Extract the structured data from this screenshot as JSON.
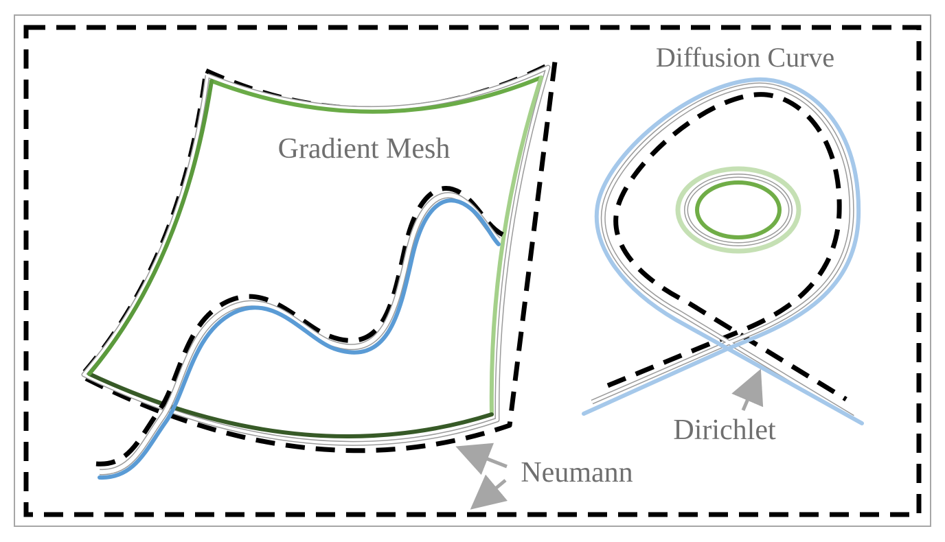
{
  "labels": {
    "gradient_mesh": "Gradient Mesh",
    "diffusion_curve": "Diffusion Curve",
    "dirichlet": "Dirichlet",
    "neumann": "Neumann"
  },
  "colors": {
    "mesh_green": "#6aab47",
    "mesh_light_green": "#a4d08a",
    "mesh_dark_green": "#375a27",
    "curve_blue": "#5a9bd5",
    "curve_light_blue": "#a5c8ea",
    "inner_green": "#70ad47",
    "inner_light_green": "#c5e0b4",
    "boundary_black": "#000000",
    "annotation_gray": "#a6a6a6"
  }
}
